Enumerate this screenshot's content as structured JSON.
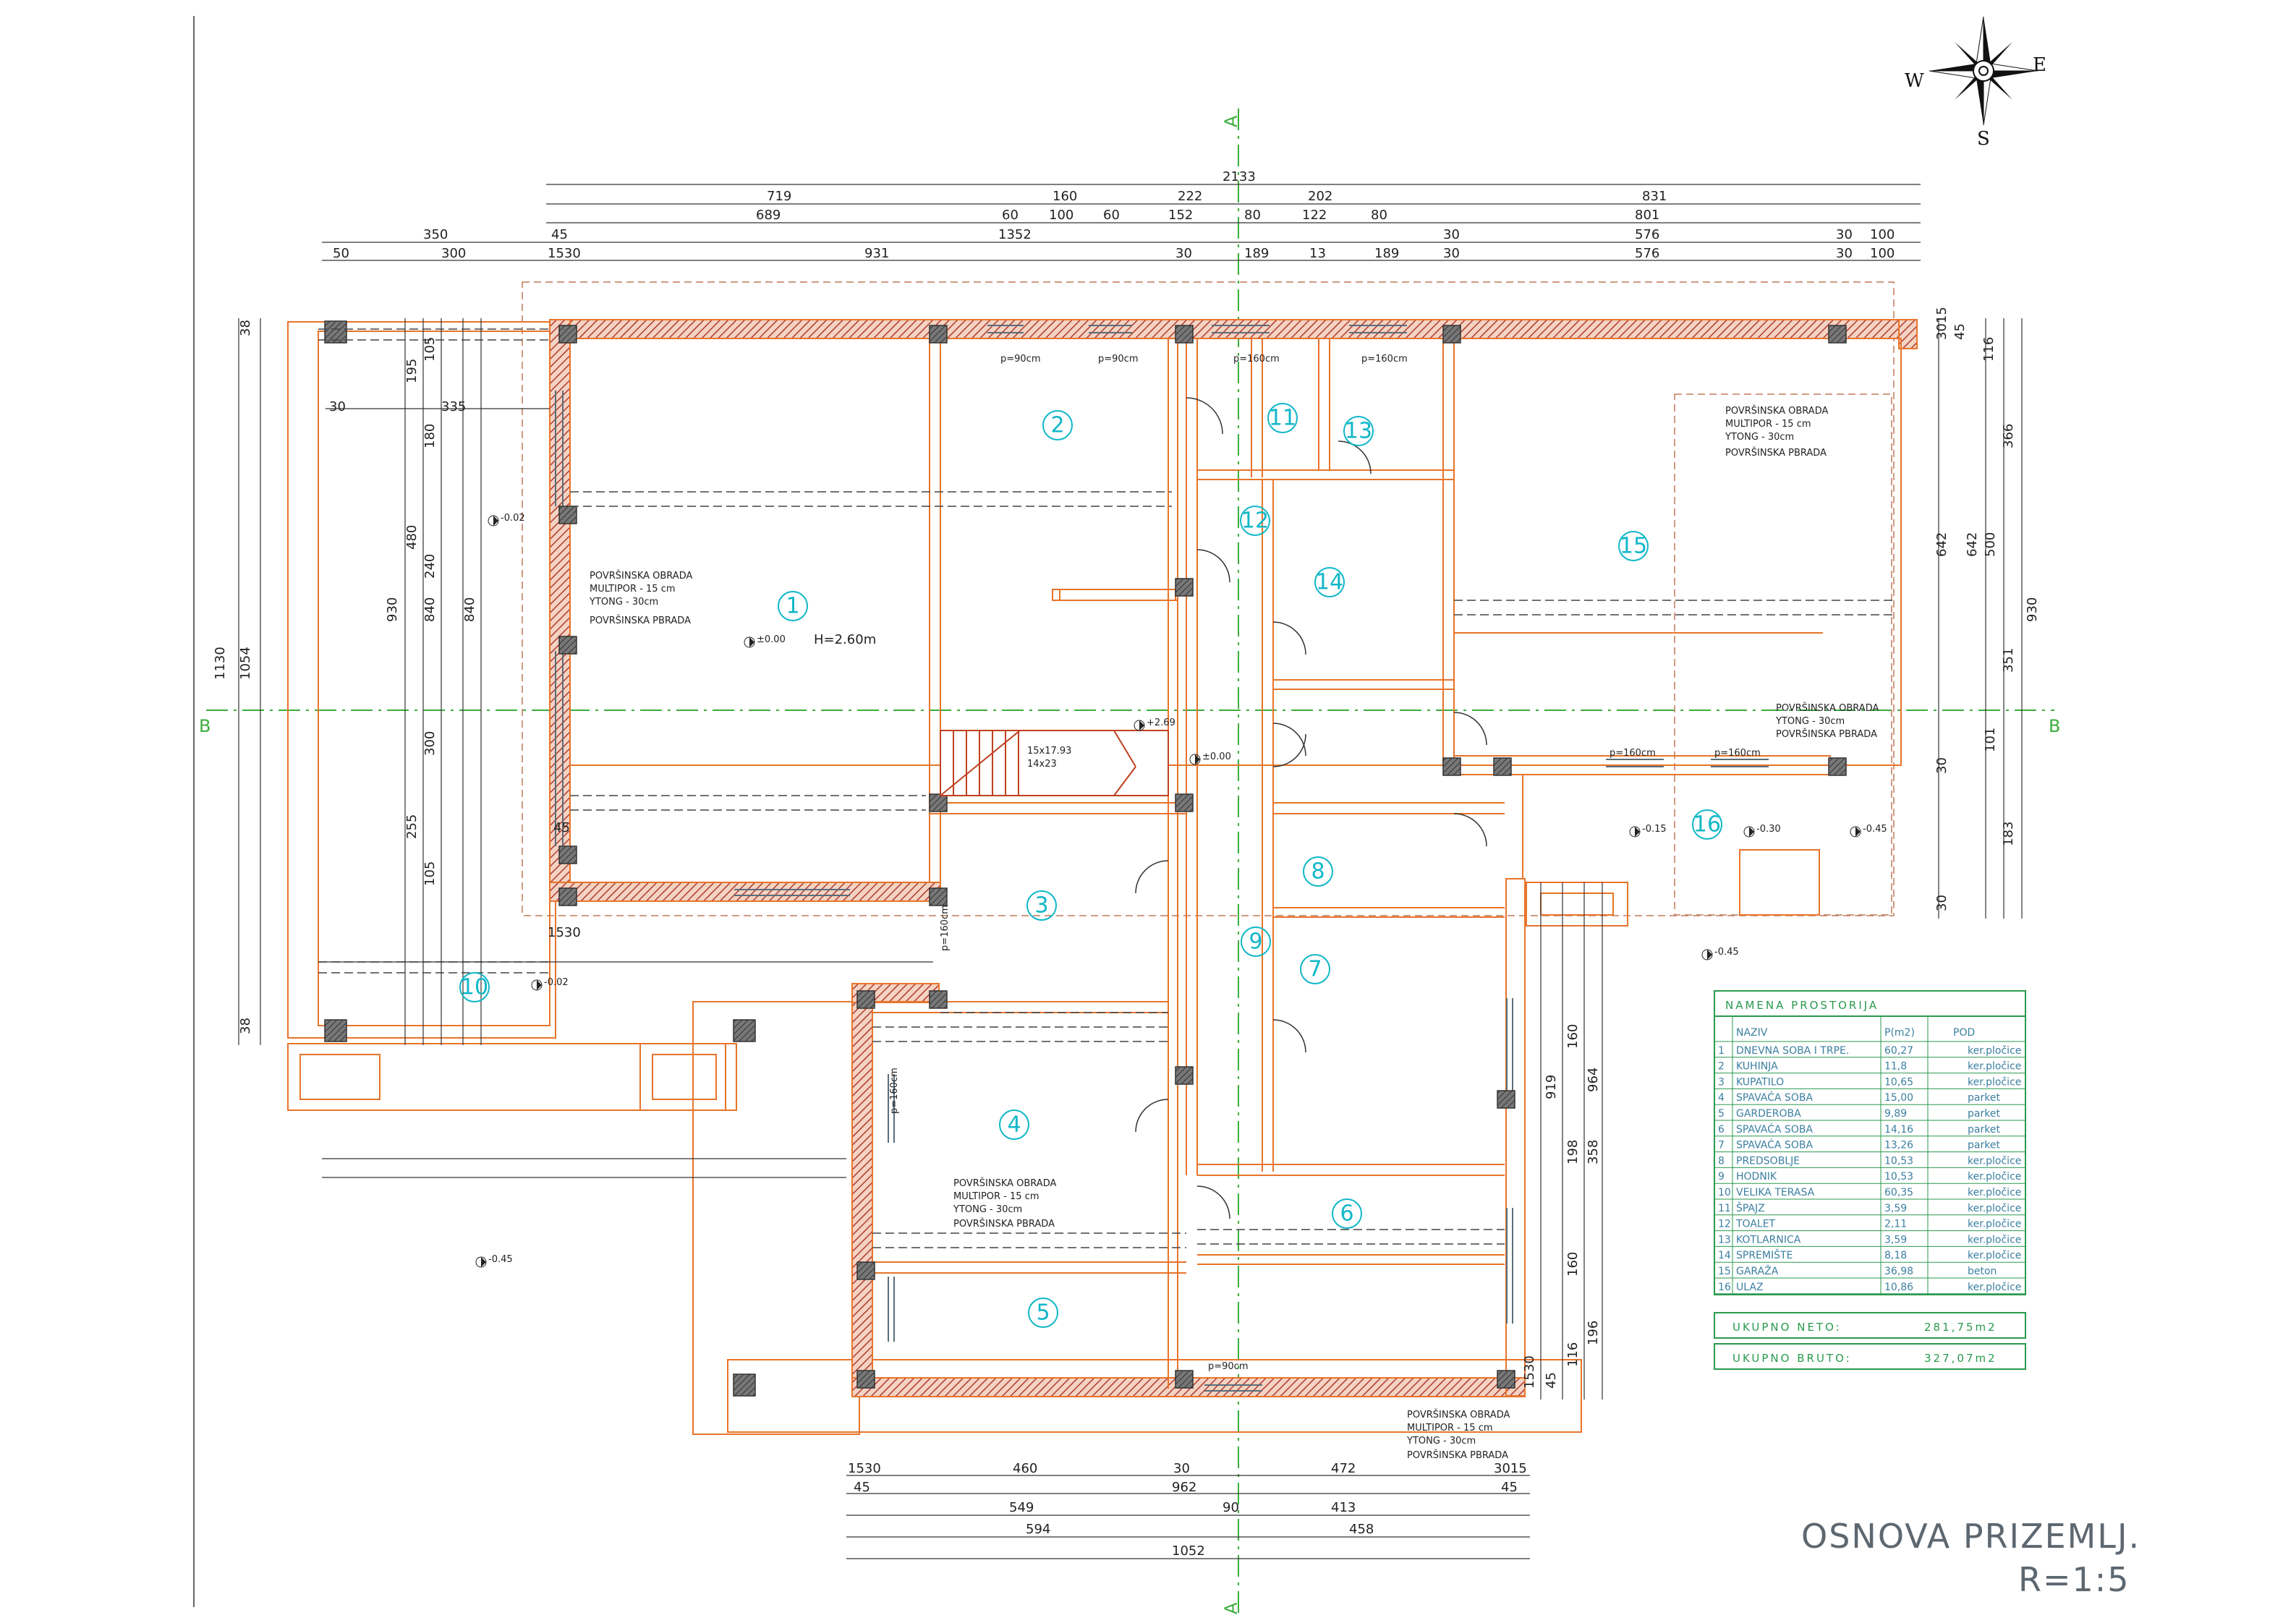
{
  "title": "OSNOVA PRIZEMLJ.",
  "scale": "R=1:5",
  "compass": {
    "n": "",
    "e": "E",
    "s": "S",
    "w": "W"
  },
  "grid_axes": {
    "a_top": "A",
    "a_bottom": "A",
    "b_left": "B",
    "b_right": "B"
  },
  "colors": {
    "wall": "#e8742a",
    "hatch": "#b03a2e",
    "column": "#555555",
    "room_number": "#11b7c8",
    "grid": "#3cae3c",
    "legend": "#2a9a4e"
  },
  "top_dims": {
    "row1": [
      "2133"
    ],
    "row2": [
      "719",
      "160",
      "222",
      "202",
      "831"
    ],
    "row3": [
      "689",
      "60",
      "100",
      "60",
      "152",
      "80",
      "122",
      "80",
      "801"
    ],
    "row4": [
      "350",
      "45",
      "1352",
      "30",
      "576",
      "30",
      "100"
    ],
    "row5": [
      "50",
      "300",
      "1530",
      "931",
      "30",
      "189",
      "13",
      "189",
      "30",
      "576",
      "30",
      "100"
    ]
  },
  "bottom_dims": {
    "row1": [
      "1530",
      "460",
      "30",
      "472",
      "3015"
    ],
    "row2": [
      "45",
      "962",
      "45"
    ],
    "row3": [
      "549",
      "90",
      "413"
    ],
    "row4": [
      "594",
      "458"
    ],
    "row5": [
      "1052"
    ]
  },
  "left_dims": [
    "1130",
    "1054",
    "930",
    "480",
    "840",
    "840",
    "240",
    "300",
    "255",
    "105",
    "195",
    "105",
    "180",
    "38",
    "38",
    "30",
    "335",
    "1530",
    "45"
  ],
  "right_dims": [
    "3015",
    "45",
    "116",
    "366",
    "642",
    "642",
    "500",
    "930",
    "351",
    "101",
    "183",
    "30",
    "30",
    "964",
    "919",
    "358",
    "198",
    "160",
    "160",
    "196",
    "116",
    "45",
    "1530"
  ],
  "rooms": [
    {
      "num": "1",
      "height": "H=2.60m"
    },
    {
      "num": "2"
    },
    {
      "num": "3"
    },
    {
      "num": "4"
    },
    {
      "num": "5"
    },
    {
      "num": "6"
    },
    {
      "num": "7"
    },
    {
      "num": "8"
    },
    {
      "num": "9"
    },
    {
      "num": "10"
    },
    {
      "num": "11"
    },
    {
      "num": "12"
    },
    {
      "num": "13"
    },
    {
      "num": "14"
    },
    {
      "num": "15"
    },
    {
      "num": "16"
    }
  ],
  "notes": {
    "finish_lines": [
      "POVRŠINSKA OBRADA",
      "MULTIPOR - 15 cm",
      "YTONG - 30cm",
      "POVRŠINSKA PBRADA"
    ],
    "finish_lines_b": [
      "POVRŠINSKA OBRADA",
      "YTONG - 30cm",
      "POVRŠINSKA PBRADA"
    ],
    "door_labels": [
      "p=90cm",
      "p=90cm",
      "p=160cm",
      "p=160cm",
      "p=160cm",
      "p=160cm",
      "p=160cm",
      "p=160cm",
      "p=90cm"
    ],
    "stairs": [
      "15x17.93",
      "14x23"
    ],
    "levels": [
      "±0.00",
      "-0.02",
      "-0.02",
      "+2.69",
      "±0.00",
      "-0.15",
      "-0.30",
      "-0.45",
      "-0.45",
      "-0.45"
    ]
  },
  "legend": {
    "title": "NAMENA PROSTORIJA",
    "headers": [
      "NAZIV",
      "P(m2)",
      "POD"
    ],
    "rows": [
      {
        "n": "1",
        "name": "DNEVNA SOBA I TRPE.",
        "area": "60,27",
        "floor": "ker.pločice"
      },
      {
        "n": "2",
        "name": "KUHINJA",
        "area": "11,8",
        "floor": "ker.pločice"
      },
      {
        "n": "3",
        "name": "KUPATILO",
        "area": "10,65",
        "floor": "ker.pločice"
      },
      {
        "n": "4",
        "name": "SPAVAĆA SOBA",
        "area": "15,00",
        "floor": "parket"
      },
      {
        "n": "5",
        "name": "GARDEROBA",
        "area": "9,89",
        "floor": "parket"
      },
      {
        "n": "6",
        "name": "SPAVAĆA SOBA",
        "area": "14,16",
        "floor": "parket"
      },
      {
        "n": "7",
        "name": "SPAVAĆA SOBA",
        "area": "13,26",
        "floor": "parket"
      },
      {
        "n": "8",
        "name": "PREDSOBLJE",
        "area": "10,53",
        "floor": "ker.pločice"
      },
      {
        "n": "9",
        "name": "HODNIK",
        "area": "10,53",
        "floor": "ker.pločice"
      },
      {
        "n": "10",
        "name": "VELIKA TERASA",
        "area": "60,35",
        "floor": "ker.pločice"
      },
      {
        "n": "11",
        "name": "ŠPAJZ",
        "area": "3,59",
        "floor": "ker.pločice"
      },
      {
        "n": "12",
        "name": "TOALET",
        "area": "2,11",
        "floor": "ker.pločice"
      },
      {
        "n": "13",
        "name": "KOTLARNICA",
        "area": "3,59",
        "floor": "ker.pločice"
      },
      {
        "n": "14",
        "name": "SPREMIŠTE",
        "area": "8,18",
        "floor": "ker.pločice"
      },
      {
        "n": "15",
        "name": "GARAŽA",
        "area": "36,98",
        "floor": "beton"
      },
      {
        "n": "16",
        "name": "ULAZ",
        "area": "10,86",
        "floor": "ker.pločice"
      }
    ],
    "neto_label": "UKUPNO NETO:",
    "neto_value": "281,75m2",
    "bruto_label": "UKUPNO BRUTO:",
    "bruto_value": "327,07m2"
  }
}
